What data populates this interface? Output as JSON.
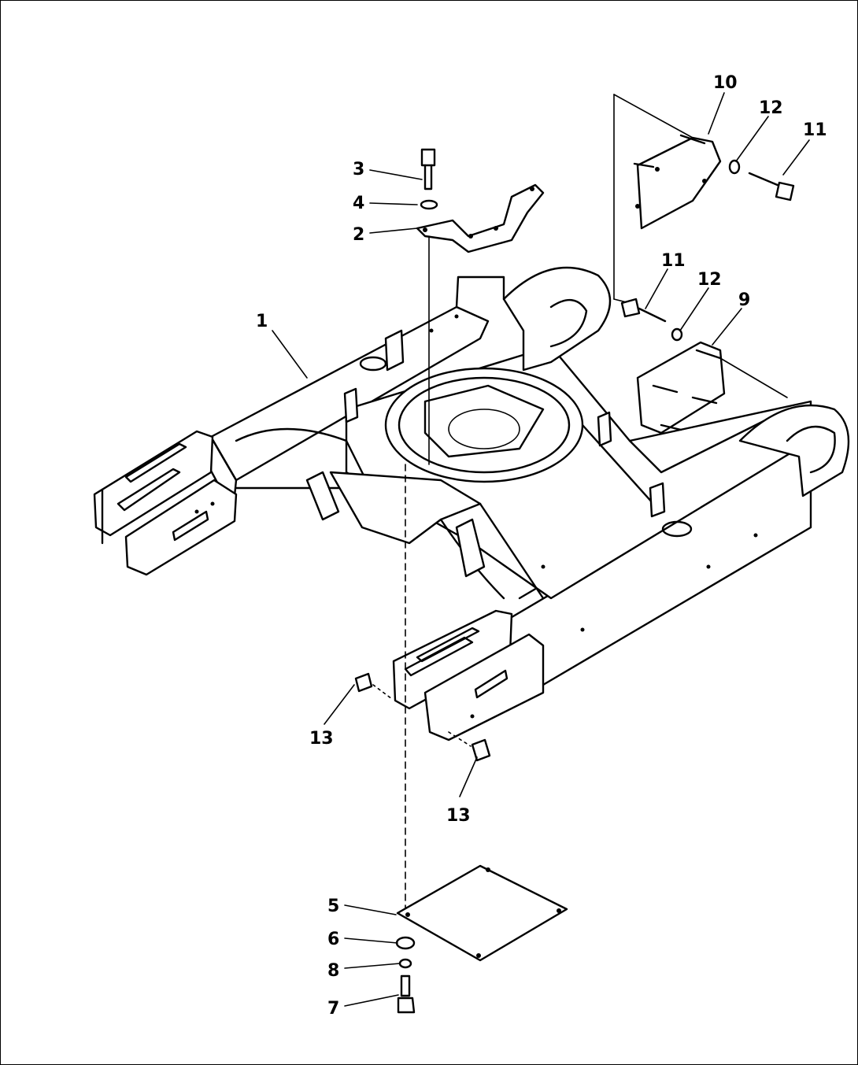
{
  "callouts": [
    {
      "id": "c1",
      "text": "1"
    },
    {
      "id": "c2",
      "text": "2"
    },
    {
      "id": "c3",
      "text": "3"
    },
    {
      "id": "c4",
      "text": "4"
    },
    {
      "id": "c5",
      "text": "5"
    },
    {
      "id": "c6",
      "text": "6"
    },
    {
      "id": "c7",
      "text": "7"
    },
    {
      "id": "c8",
      "text": "8"
    },
    {
      "id": "c9",
      "text": "9"
    },
    {
      "id": "c10",
      "text": "10"
    },
    {
      "id": "c11a",
      "text": "11"
    },
    {
      "id": "c11b",
      "text": "11"
    },
    {
      "id": "c12a",
      "text": "12"
    },
    {
      "id": "c12b",
      "text": "12"
    },
    {
      "id": "c13a",
      "text": "13"
    },
    {
      "id": "c13b",
      "text": "13"
    }
  ]
}
